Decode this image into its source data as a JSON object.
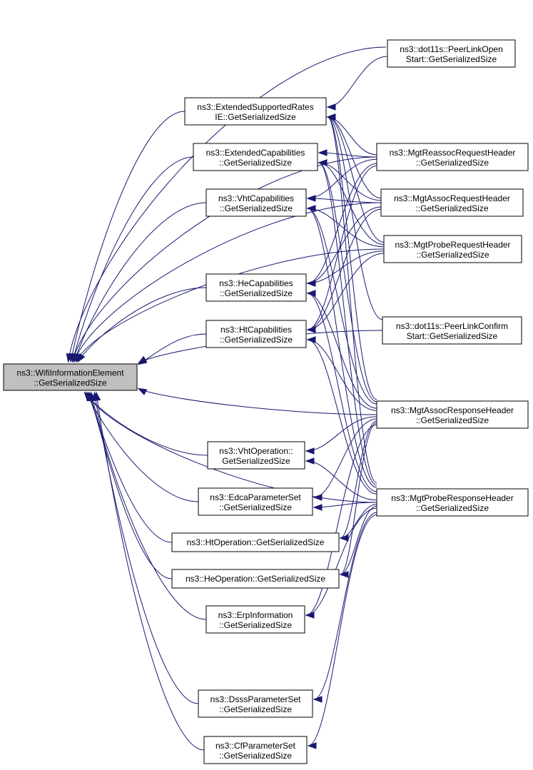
{
  "nodes": {
    "root": [
      "ns3::WifiInformationElement",
      "::GetSerializedSize"
    ],
    "esr": [
      "ns3::ExtendedSupportedRates",
      "IE::GetSerializedSize"
    ],
    "ec": [
      "ns3::ExtendedCapabilities",
      "::GetSerializedSize"
    ],
    "vhtc": [
      "ns3::VhtCapabilities",
      "::GetSerializedSize"
    ],
    "hec": [
      "ns3::HeCapabilities",
      "::GetSerializedSize"
    ],
    "htc": [
      "ns3::HtCapabilities",
      "::GetSerializedSize"
    ],
    "vhto": [
      "ns3::VhtOperation::",
      "GetSerializedSize"
    ],
    "edca": [
      "ns3::EdcaParameterSet",
      "::GetSerializedSize"
    ],
    "hto": [
      "ns3::HtOperation::GetSerializedSize"
    ],
    "heo": [
      "ns3::HeOperation::GetSerializedSize"
    ],
    "erp": [
      "ns3::ErpInformation",
      "::GetSerializedSize"
    ],
    "dsss": [
      "ns3::DsssParameterSet",
      "::GetSerializedSize"
    ],
    "cf": [
      "ns3::CfParameterSet",
      "::GetSerializedSize"
    ],
    "plo": [
      "ns3::dot11s::PeerLinkOpen",
      "Start::GetSerializedSize"
    ],
    "reassoc": [
      "ns3::MgtReassocRequestHeader",
      "::GetSerializedSize"
    ],
    "assocreq": [
      "ns3::MgtAssocRequestHeader",
      "::GetSerializedSize"
    ],
    "probereq": [
      "ns3::MgtProbeRequestHeader",
      "::GetSerializedSize"
    ],
    "plc": [
      "ns3::dot11s::PeerLinkConfirm",
      "Start::GetSerializedSize"
    ],
    "assocresp": [
      "ns3::MgtAssocResponseHeader",
      "::GetSerializedSize"
    ],
    "proberesp": [
      "ns3::MgtProbeResponseHeader",
      "::GetSerializedSize"
    ]
  },
  "edges": [
    [
      "esr",
      "root"
    ],
    [
      "ec",
      "root"
    ],
    [
      "vhtc",
      "root"
    ],
    [
      "hec",
      "root"
    ],
    [
      "htc",
      "root"
    ],
    [
      "vhto",
      "root"
    ],
    [
      "edca",
      "root"
    ],
    [
      "hto",
      "root"
    ],
    [
      "heo",
      "root"
    ],
    [
      "erp",
      "root"
    ],
    [
      "dsss",
      "root"
    ],
    [
      "cf",
      "root"
    ],
    [
      "plo",
      "root"
    ],
    [
      "reassoc",
      "root"
    ],
    [
      "assocreq",
      "root"
    ],
    [
      "probereq",
      "root"
    ],
    [
      "plc",
      "root"
    ],
    [
      "assocresp",
      "root"
    ],
    [
      "proberesp",
      "root"
    ],
    [
      "plo",
      "esr"
    ],
    [
      "reassoc",
      "esr"
    ],
    [
      "assocreq",
      "esr"
    ],
    [
      "probereq",
      "esr"
    ],
    [
      "plc",
      "esr"
    ],
    [
      "assocresp",
      "esr"
    ],
    [
      "proberesp",
      "esr"
    ],
    [
      "reassoc",
      "ec"
    ],
    [
      "assocreq",
      "ec"
    ],
    [
      "probereq",
      "ec"
    ],
    [
      "assocresp",
      "ec"
    ],
    [
      "proberesp",
      "ec"
    ],
    [
      "reassoc",
      "vhtc"
    ],
    [
      "assocreq",
      "vhtc"
    ],
    [
      "probereq",
      "vhtc"
    ],
    [
      "assocresp",
      "vhtc"
    ],
    [
      "proberesp",
      "vhtc"
    ],
    [
      "reassoc",
      "hec"
    ],
    [
      "assocreq",
      "hec"
    ],
    [
      "probereq",
      "hec"
    ],
    [
      "assocresp",
      "hec"
    ],
    [
      "proberesp",
      "hec"
    ],
    [
      "reassoc",
      "htc"
    ],
    [
      "assocreq",
      "htc"
    ],
    [
      "probereq",
      "htc"
    ],
    [
      "assocresp",
      "htc"
    ],
    [
      "proberesp",
      "htc"
    ],
    [
      "assocresp",
      "vhto"
    ],
    [
      "proberesp",
      "vhto"
    ],
    [
      "assocresp",
      "edca"
    ],
    [
      "proberesp",
      "edca"
    ],
    [
      "assocresp",
      "hto"
    ],
    [
      "proberesp",
      "hto"
    ],
    [
      "assocresp",
      "heo"
    ],
    [
      "proberesp",
      "heo"
    ],
    [
      "assocresp",
      "erp"
    ],
    [
      "proberesp",
      "erp"
    ],
    [
      "proberesp",
      "dsss"
    ],
    [
      "proberesp",
      "cf"
    ]
  ],
  "colors": {
    "edge": "#191970",
    "root_fill": "#c0c0c0",
    "node_fill": "#ffffff"
  }
}
